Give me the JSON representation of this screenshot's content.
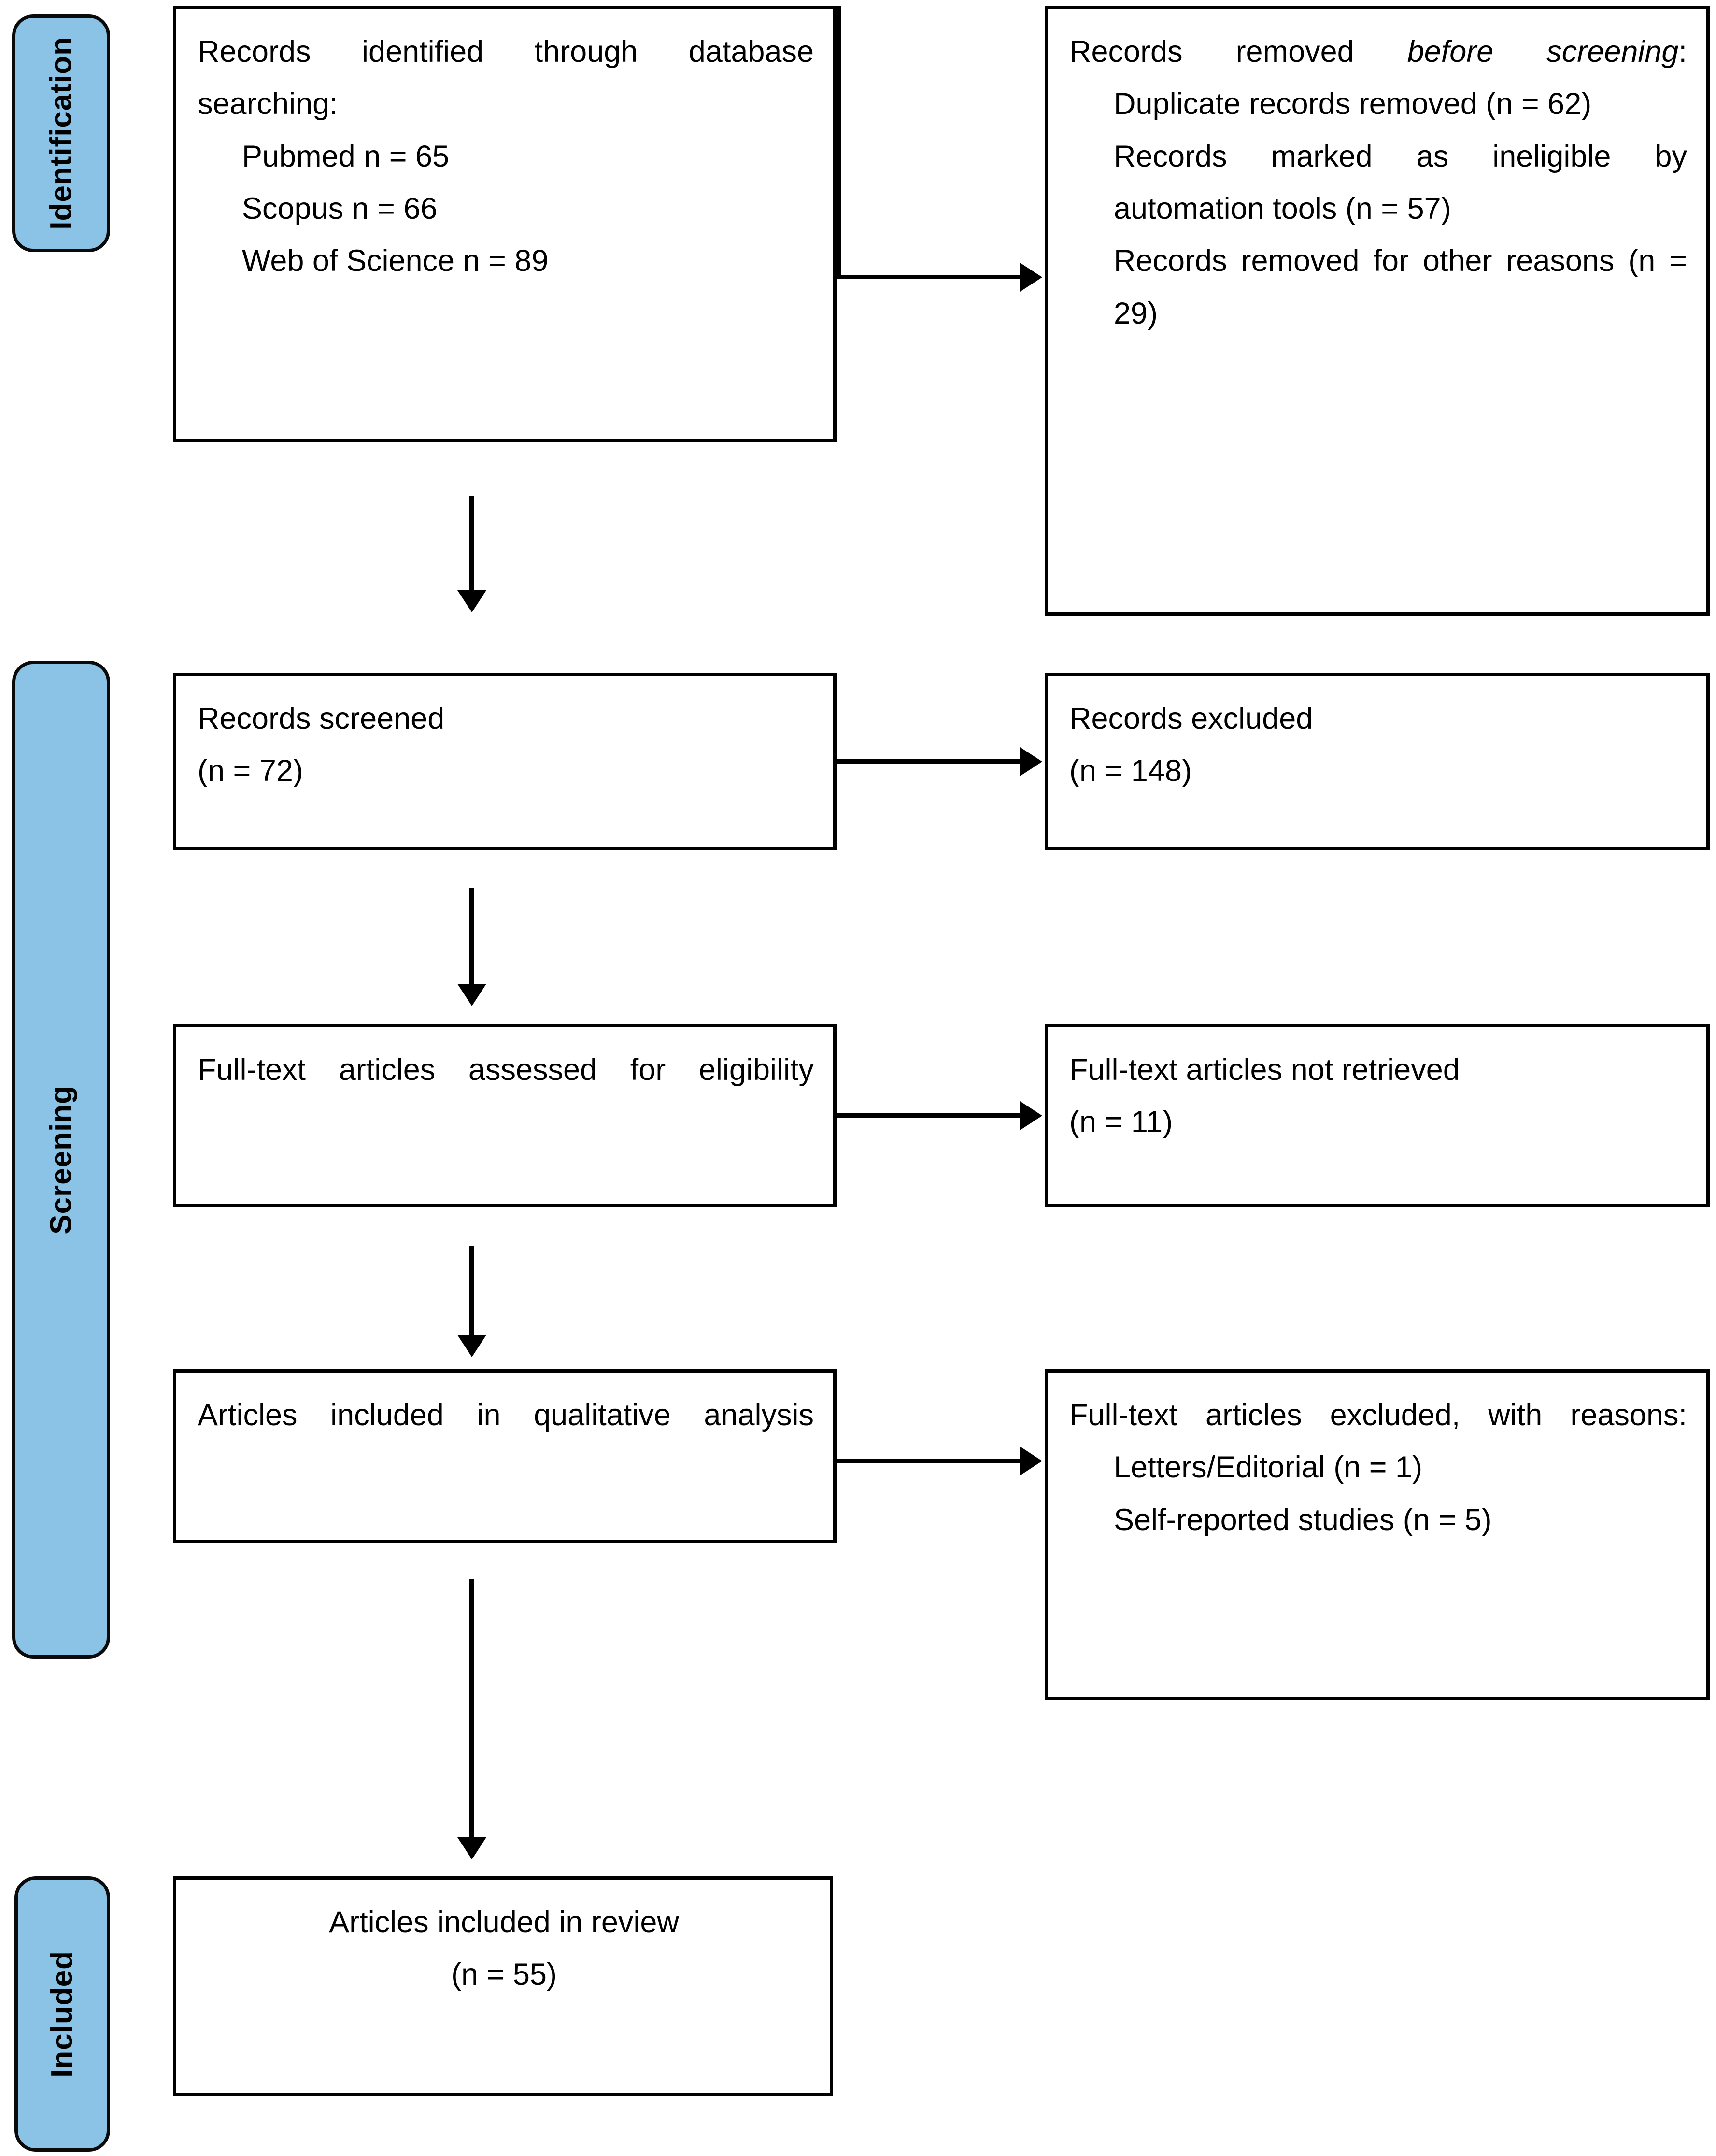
{
  "stages": [
    {
      "id": "identification",
      "label": "Identification"
    },
    {
      "id": "screening",
      "label": "Screening"
    },
    {
      "id": "included",
      "label": "Included"
    }
  ],
  "colors": {
    "stage_pill_fill": "#8BC3E6",
    "stage_pill_border": "#0a0a0a",
    "box_border": "#000000",
    "box_fill": "#ffffff",
    "connector": "#000000",
    "text": "#000000"
  },
  "boxes": {
    "identified": {
      "heading": "Records identified through database searching:",
      "items": [
        "Pubmed n = 65",
        "Scopus n = 66",
        "Web of Science n = 89"
      ]
    },
    "removed_before_screening": {
      "heading_prefix": "Records removed ",
      "heading_italic": "before screening",
      "heading_suffix": ":",
      "items": [
        "Duplicate records removed (n = 62)",
        "Records marked as ineligible by automation tools (n = 57)",
        "Records removed for other reasons (n = 29)"
      ]
    },
    "records_screened": {
      "title": "Records screened",
      "count": "(n = 72)"
    },
    "records_excluded": {
      "title": "Records excluded",
      "count": "(n = 148)"
    },
    "fulltext_assessed": {
      "title": "Full-text articles assessed for eligibility"
    },
    "fulltext_not_retrieved": {
      "title": "Full-text articles not retrieved",
      "count": "(n = 11)"
    },
    "qualitative_analysis": {
      "title": "Articles included in qualitative analysis"
    },
    "fulltext_excluded_reasons": {
      "heading": "Full-text articles excluded, with reasons:",
      "items": [
        "Letters/Editorial (n = 1)",
        "Self-reported studies (n = 5)"
      ]
    },
    "included_in_review": {
      "title": "Articles included in review",
      "count": "(n = 55)"
    }
  },
  "connectors": {
    "identified_to_removed": "arrow-right",
    "screened_to_excluded": "arrow-right",
    "fulltext_to_not_retrieved": "arrow-right",
    "qualitative_to_excluded": "arrow-right",
    "identified_to_screened": "arrow-down",
    "screened_to_fulltext": "arrow-down",
    "fulltext_to_qualitative": "arrow-down",
    "qualitative_to_review": "arrow-down"
  }
}
